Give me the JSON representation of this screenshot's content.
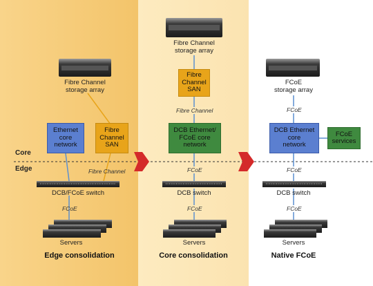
{
  "side_labels": {
    "core": "Core",
    "edge": "Edge"
  },
  "panels": [
    {
      "title": "Edge consolidation",
      "storage_label": "Fibre Channel\nstorage array",
      "box_ethernet": "Ethernet\ncore\nnetwork",
      "box_san": "Fibre\nChannel\nSAN",
      "link_fc": "Fibre Channel",
      "switch_label": "DCB/FCoE switch",
      "link_fcoe": "FCoE",
      "servers_label": "Servers"
    },
    {
      "title": "Core consolidation",
      "storage_label": "Fibre Channel\nstorage array",
      "box_san": "Fibre\nChannel\nSAN",
      "link_fc": "Fibre Channel",
      "box_core": "DCB Ethernet/\nFCoE core\nnetwork",
      "link_fcoe_edge": "FCoE",
      "switch_label": "DCB switch",
      "link_fcoe": "FCoE",
      "servers_label": "Servers"
    },
    {
      "title": "Native FCoE",
      "storage_label": "FCoE\nstorage array",
      "link_fcoe_top": "FCoE",
      "box_core": "DCB Ethernet\ncore\nnetwork",
      "box_services": "FCoE\nservices",
      "link_fcoe_edge": "FCoE",
      "switch_label": "DCB switch",
      "link_fcoe": "FCoE",
      "servers_label": "Servers"
    }
  ],
  "colors": {
    "blue_box": "#5b7fd0",
    "gold_box": "#e8a41a",
    "green_box": "#3f8a3f",
    "arrow": "#d42a2a",
    "line": "#5b8fd0"
  }
}
